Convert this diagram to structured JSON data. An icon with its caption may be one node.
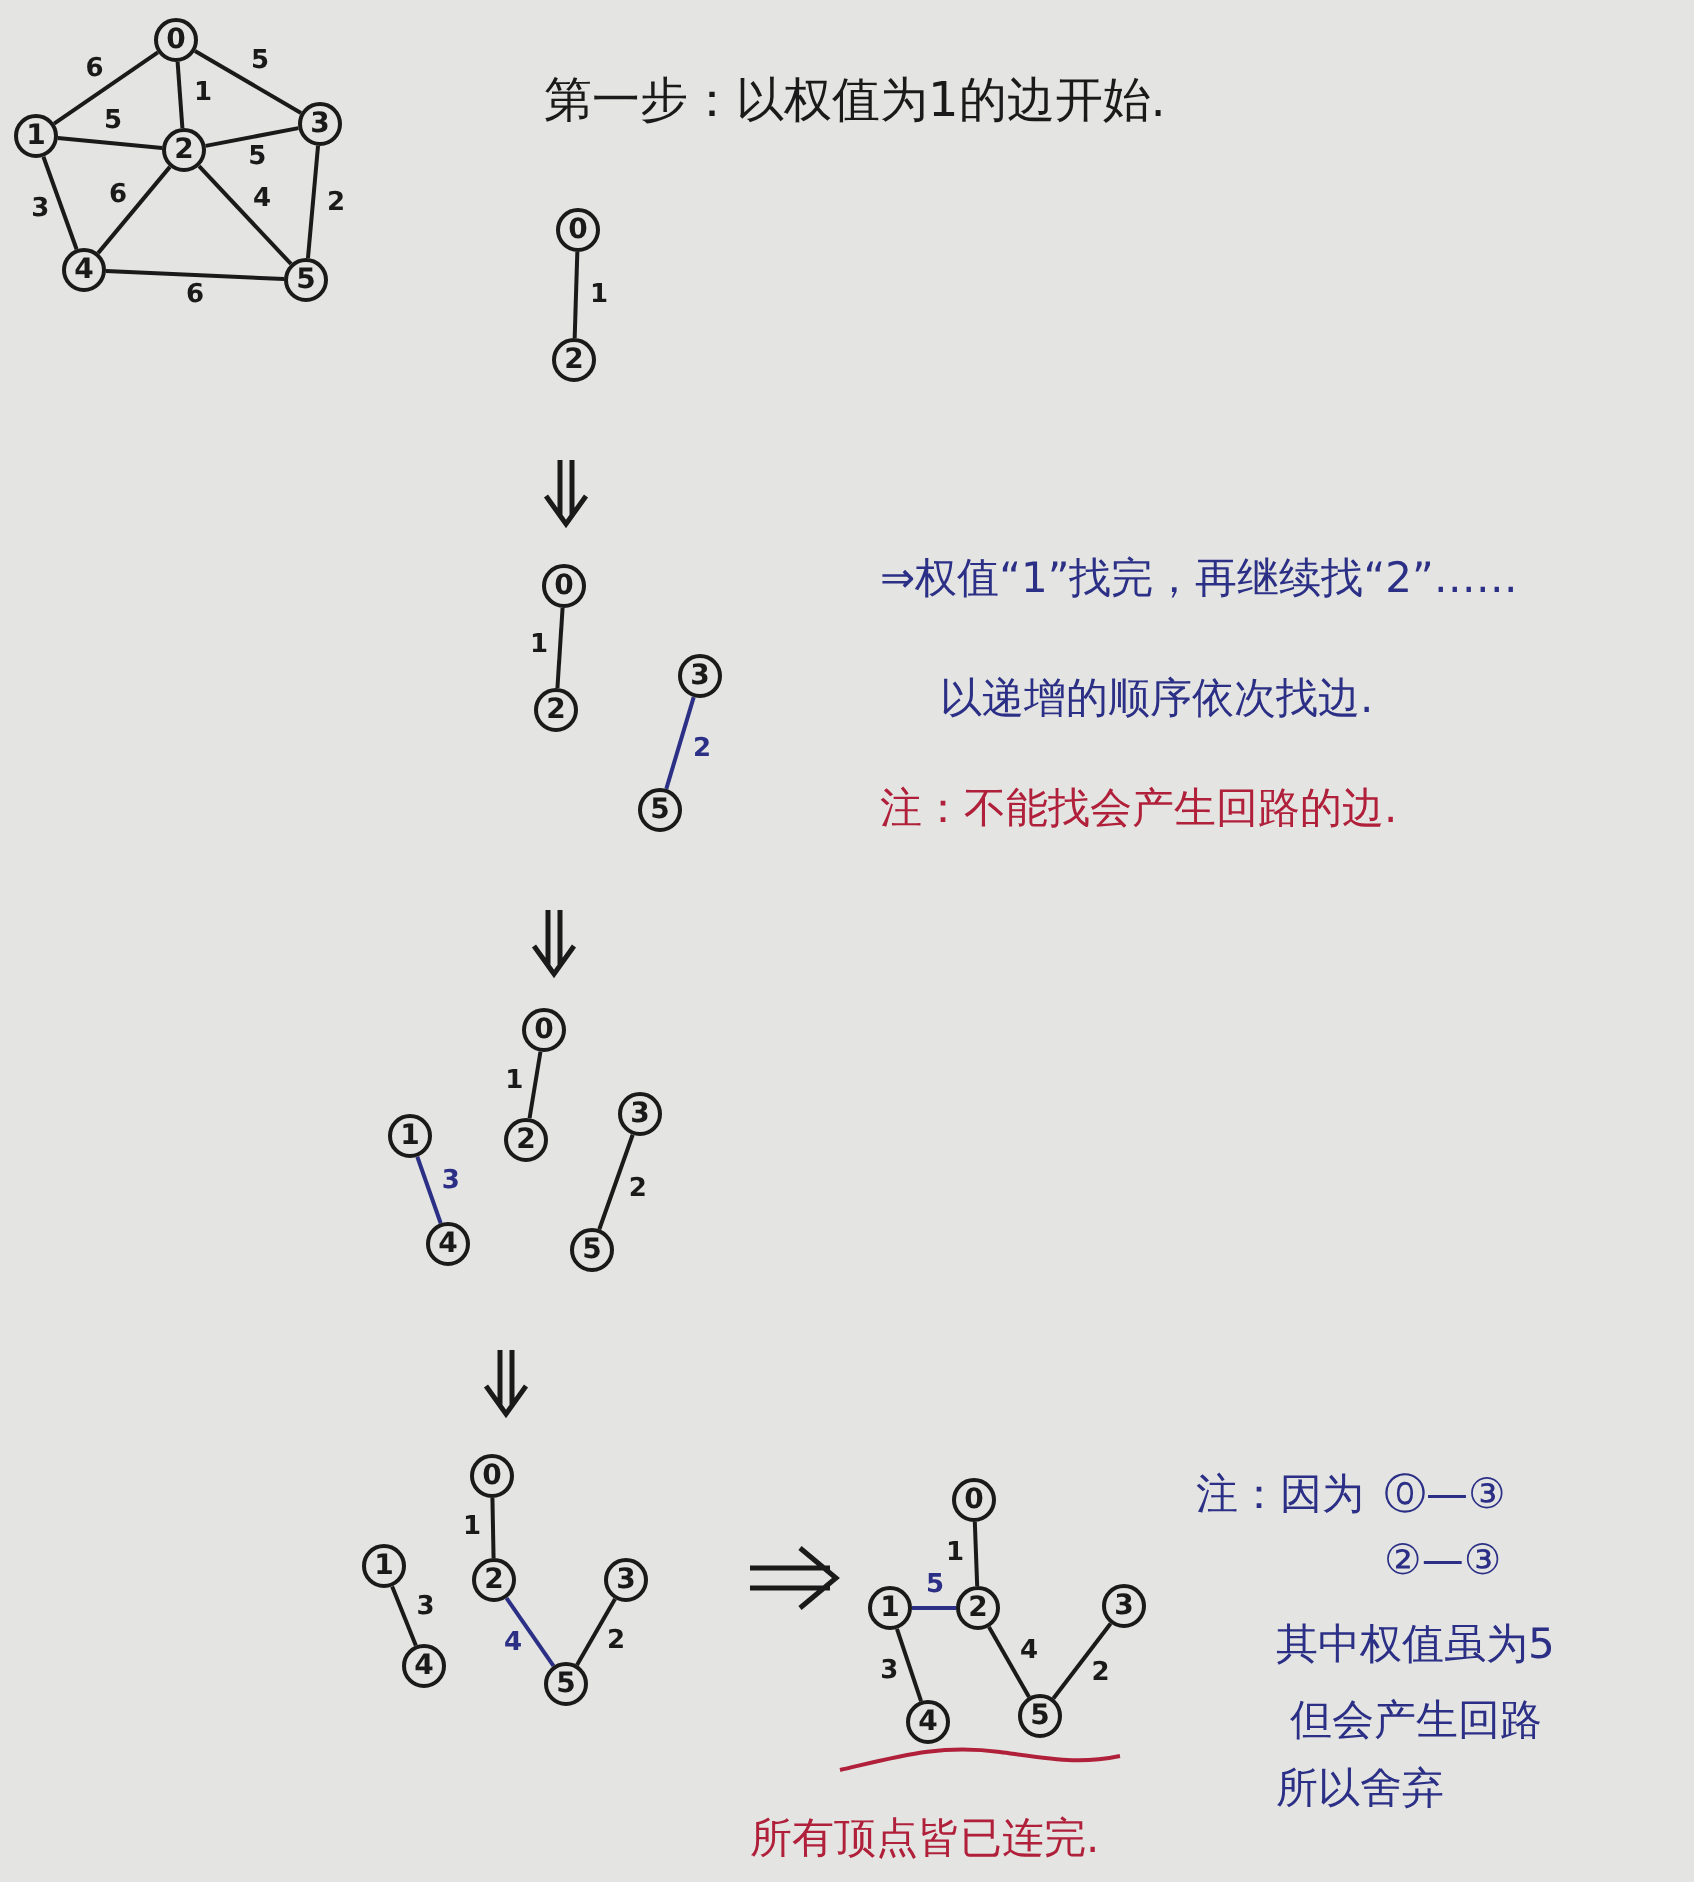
{
  "diagram": {
    "title": "第一步：以权值为1的边开始.",
    "nodes": [
      {
        "text": [
          "0"
        ]
      },
      {
        "text": [
          "1"
        ]
      },
      {
        "text": [
          "2"
        ]
      },
      {
        "text": [
          "3"
        ]
      },
      {
        "text": [
          "4"
        ]
      },
      {
        "text": [
          "5"
        ]
      },
      {
        "text": [
          "0"
        ]
      },
      {
        "text": [
          "2"
        ]
      },
      {
        "text": [
          "0"
        ]
      },
      {
        "text": [
          "2"
        ]
      },
      {
        "text": [
          "3"
        ]
      },
      {
        "text": [
          "5"
        ]
      },
      {
        "text": [
          "0"
        ]
      },
      {
        "text": [
          "2"
        ]
      },
      {
        "text": [
          "1"
        ]
      },
      {
        "text": [
          "4"
        ]
      },
      {
        "text": [
          "3"
        ]
      },
      {
        "text": [
          "5"
        ]
      },
      {
        "text": [
          "0"
        ]
      },
      {
        "text": [
          "1"
        ]
      },
      {
        "text": [
          "2"
        ]
      },
      {
        "text": [
          "3"
        ]
      },
      {
        "text": [
          "4"
        ]
      },
      {
        "text": [
          "5"
        ]
      },
      {
        "text": [
          "0"
        ]
      },
      {
        "text": [
          "1"
        ]
      },
      {
        "text": [
          "2"
        ]
      },
      {
        "text": [
          "3"
        ]
      },
      {
        "text": [
          "4"
        ]
      },
      {
        "text": [
          "5"
        ]
      }
    ],
    "edges": [
      {
        "from": 0,
        "to": 1,
        "arrow": "none",
        "label": "6"
      },
      {
        "from": 0,
        "to": 2,
        "arrow": "none",
        "label": "1"
      },
      {
        "from": 0,
        "to": 3,
        "arrow": "none",
        "label": "5"
      },
      {
        "from": 1,
        "to": 2,
        "arrow": "none",
        "label": "5"
      },
      {
        "from": 2,
        "to": 3,
        "arrow": "none",
        "label": "5"
      },
      {
        "from": 1,
        "to": 4,
        "arrow": "none",
        "label": "3"
      },
      {
        "from": 2,
        "to": 4,
        "arrow": "none",
        "label": "6"
      },
      {
        "from": 2,
        "to": 5,
        "arrow": "none",
        "label": "4"
      },
      {
        "from": 3,
        "to": 5,
        "arrow": "none",
        "label": "2"
      },
      {
        "from": 4,
        "to": 5,
        "arrow": "none",
        "label": "6"
      },
      {
        "from": 6,
        "to": 7,
        "arrow": "none",
        "label": "1"
      },
      {
        "from": 8,
        "to": 9,
        "arrow": "none",
        "label": "1"
      },
      {
        "from": 10,
        "to": 11,
        "arrow": "none",
        "label": "2",
        "color": "#2b2f85"
      },
      {
        "from": 12,
        "to": 13,
        "arrow": "none",
        "label": "1"
      },
      {
        "from": 14,
        "to": 15,
        "arrow": "none",
        "label": "3",
        "color": "#2b2f85"
      },
      {
        "from": 16,
        "to": 17,
        "arrow": "none",
        "label": "2"
      },
      {
        "from": 18,
        "to": 20,
        "arrow": "none",
        "label": "1"
      },
      {
        "from": 19,
        "to": 22,
        "arrow": "none",
        "label": "3"
      },
      {
        "from": 20,
        "to": 23,
        "arrow": "none",
        "label": "4",
        "color": "#2b2f85"
      },
      {
        "from": 21,
        "to": 23,
        "arrow": "none",
        "label": "2"
      },
      {
        "from": 24,
        "to": 26,
        "arrow": "none",
        "label": "1"
      },
      {
        "from": 25,
        "to": 26,
        "arrow": "none",
        "label": "5",
        "color": "#2b2f85"
      },
      {
        "from": 25,
        "to": 28,
        "arrow": "none",
        "label": "3"
      },
      {
        "from": 26,
        "to": 29,
        "arrow": "none",
        "label": "4"
      },
      {
        "from": 27,
        "to": 29,
        "arrow": "none",
        "label": "2"
      }
    ],
    "labels": [
      "⇒权值“1”找完，再继续找“2”……",
      "以递增的顺序依次找边.",
      "注：不能找会产生回路的边.",
      "注：因为",
      "⓪—③",
      "②—③",
      "其中权值虽为5",
      "但会产生回路",
      "所以舍弃",
      "所有顶点皆已连完."
    ]
  }
}
